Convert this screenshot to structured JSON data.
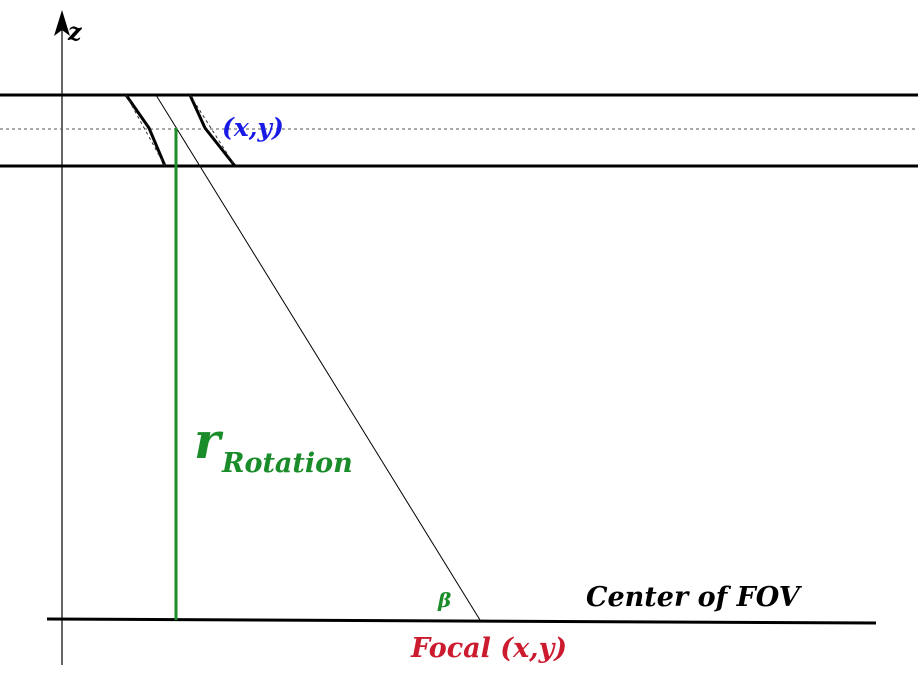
{
  "axis": {
    "z_label": "z"
  },
  "labels": {
    "detector_point": "(x,y)",
    "r_symbol": "r",
    "r_subscript": "Rotation",
    "beta": "β",
    "center_fov": "Center of FOV",
    "focal_point": "Focal (x,y)"
  },
  "colors": {
    "blue": "#1a1ae6",
    "green": "#1a8c2a",
    "red": "#cc1a2e",
    "black": "#000000"
  }
}
